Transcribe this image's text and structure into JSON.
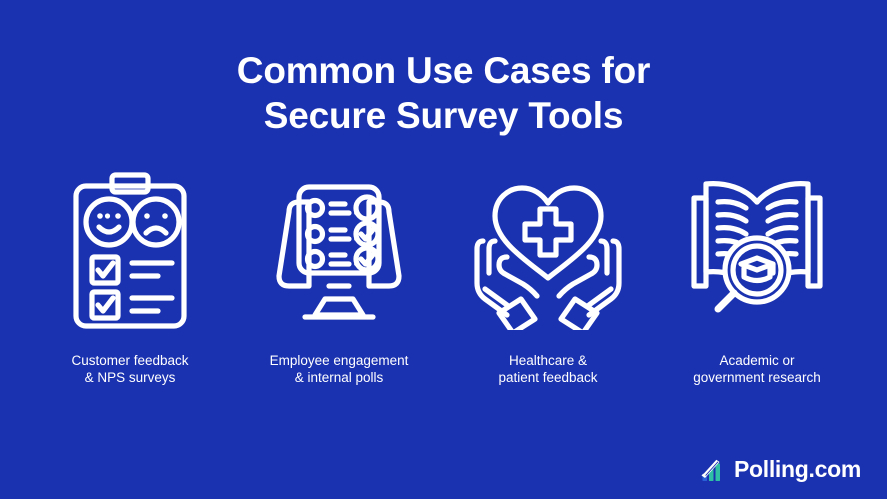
{
  "background_color": "#1b32b0",
  "text_color": "#ffffff",
  "title": {
    "line1": "Common Use Cases for",
    "line2": "Secure Survey Tools"
  },
  "cards": [
    {
      "icon": "clipboard-feedback-icon",
      "caption": "Customer feedback\n& NPS surveys"
    },
    {
      "icon": "monitor-survey-icon",
      "caption": "Employee engagement\n& internal polls"
    },
    {
      "icon": "heart-in-hands-icon",
      "caption": "Healthcare &\npatient feedback"
    },
    {
      "icon": "book-magnifier-graduation-icon",
      "caption": "Academic or\ngovernment research"
    }
  ],
  "logo": {
    "mark_icon": "bar-chart-logo-icon",
    "text": "Polling.com",
    "mark_colors": {
      "white": "#ffffff",
      "teal": "#2fbfa4",
      "blue": "#2a5fd8"
    }
  }
}
